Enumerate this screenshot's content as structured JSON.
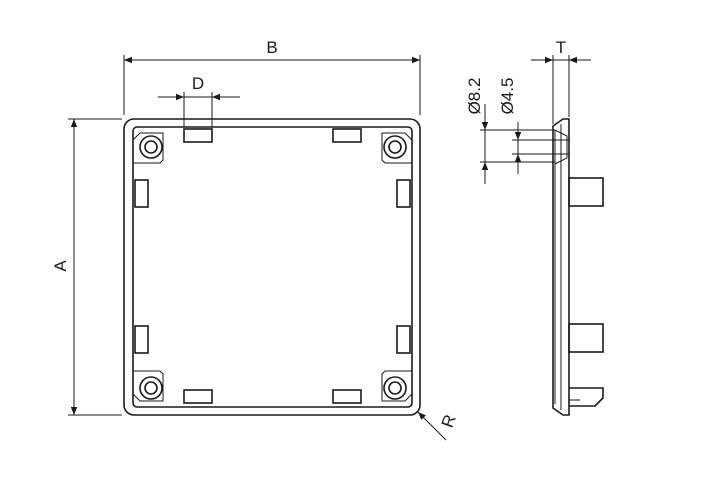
{
  "diagram": {
    "labels": {
      "width": "B",
      "height": "A",
      "slot": "D",
      "thickness": "T",
      "radius": "R",
      "outer_dia": "Ø8.2",
      "inner_dia": "Ø4.5"
    }
  }
}
